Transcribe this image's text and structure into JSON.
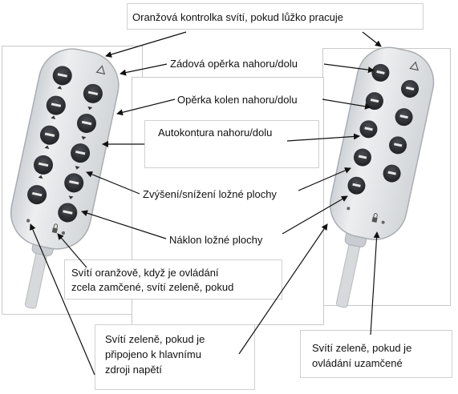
{
  "labels": {
    "orange_light": "Oranžová kontrolka svítí, pokud lůžko pracuje",
    "backrest": "Zádová opěrka nahoru/dolu",
    "knee_rest": "Opěrka kolen nahoru/dolu",
    "autocontour": "Autokontura nahoru/dolu",
    "height": "Zvýšení/snížení ložné plochy",
    "tilt": "Náklon ložné plochy",
    "lock_status_l1": "Svítí oranžově, když je ovládání",
    "lock_status_l2": "zcela zamčené, svítí zeleně, pokud",
    "power_l1": "Svítí zeleně, pokud je",
    "power_l2": "připojeno k hlavnímu",
    "power_l3": "zdroji napětí",
    "locked_l1": "Svítí zeleně, pokud je",
    "locked_l2": "ovládání uzamčené"
  },
  "colors": {
    "pendant_body": "#dfe1e4",
    "button": "#2b2d30",
    "arrow": "#111111"
  },
  "icons": [
    "warning-triangle-icon",
    "lock-icon",
    "power-plug-icon"
  ]
}
